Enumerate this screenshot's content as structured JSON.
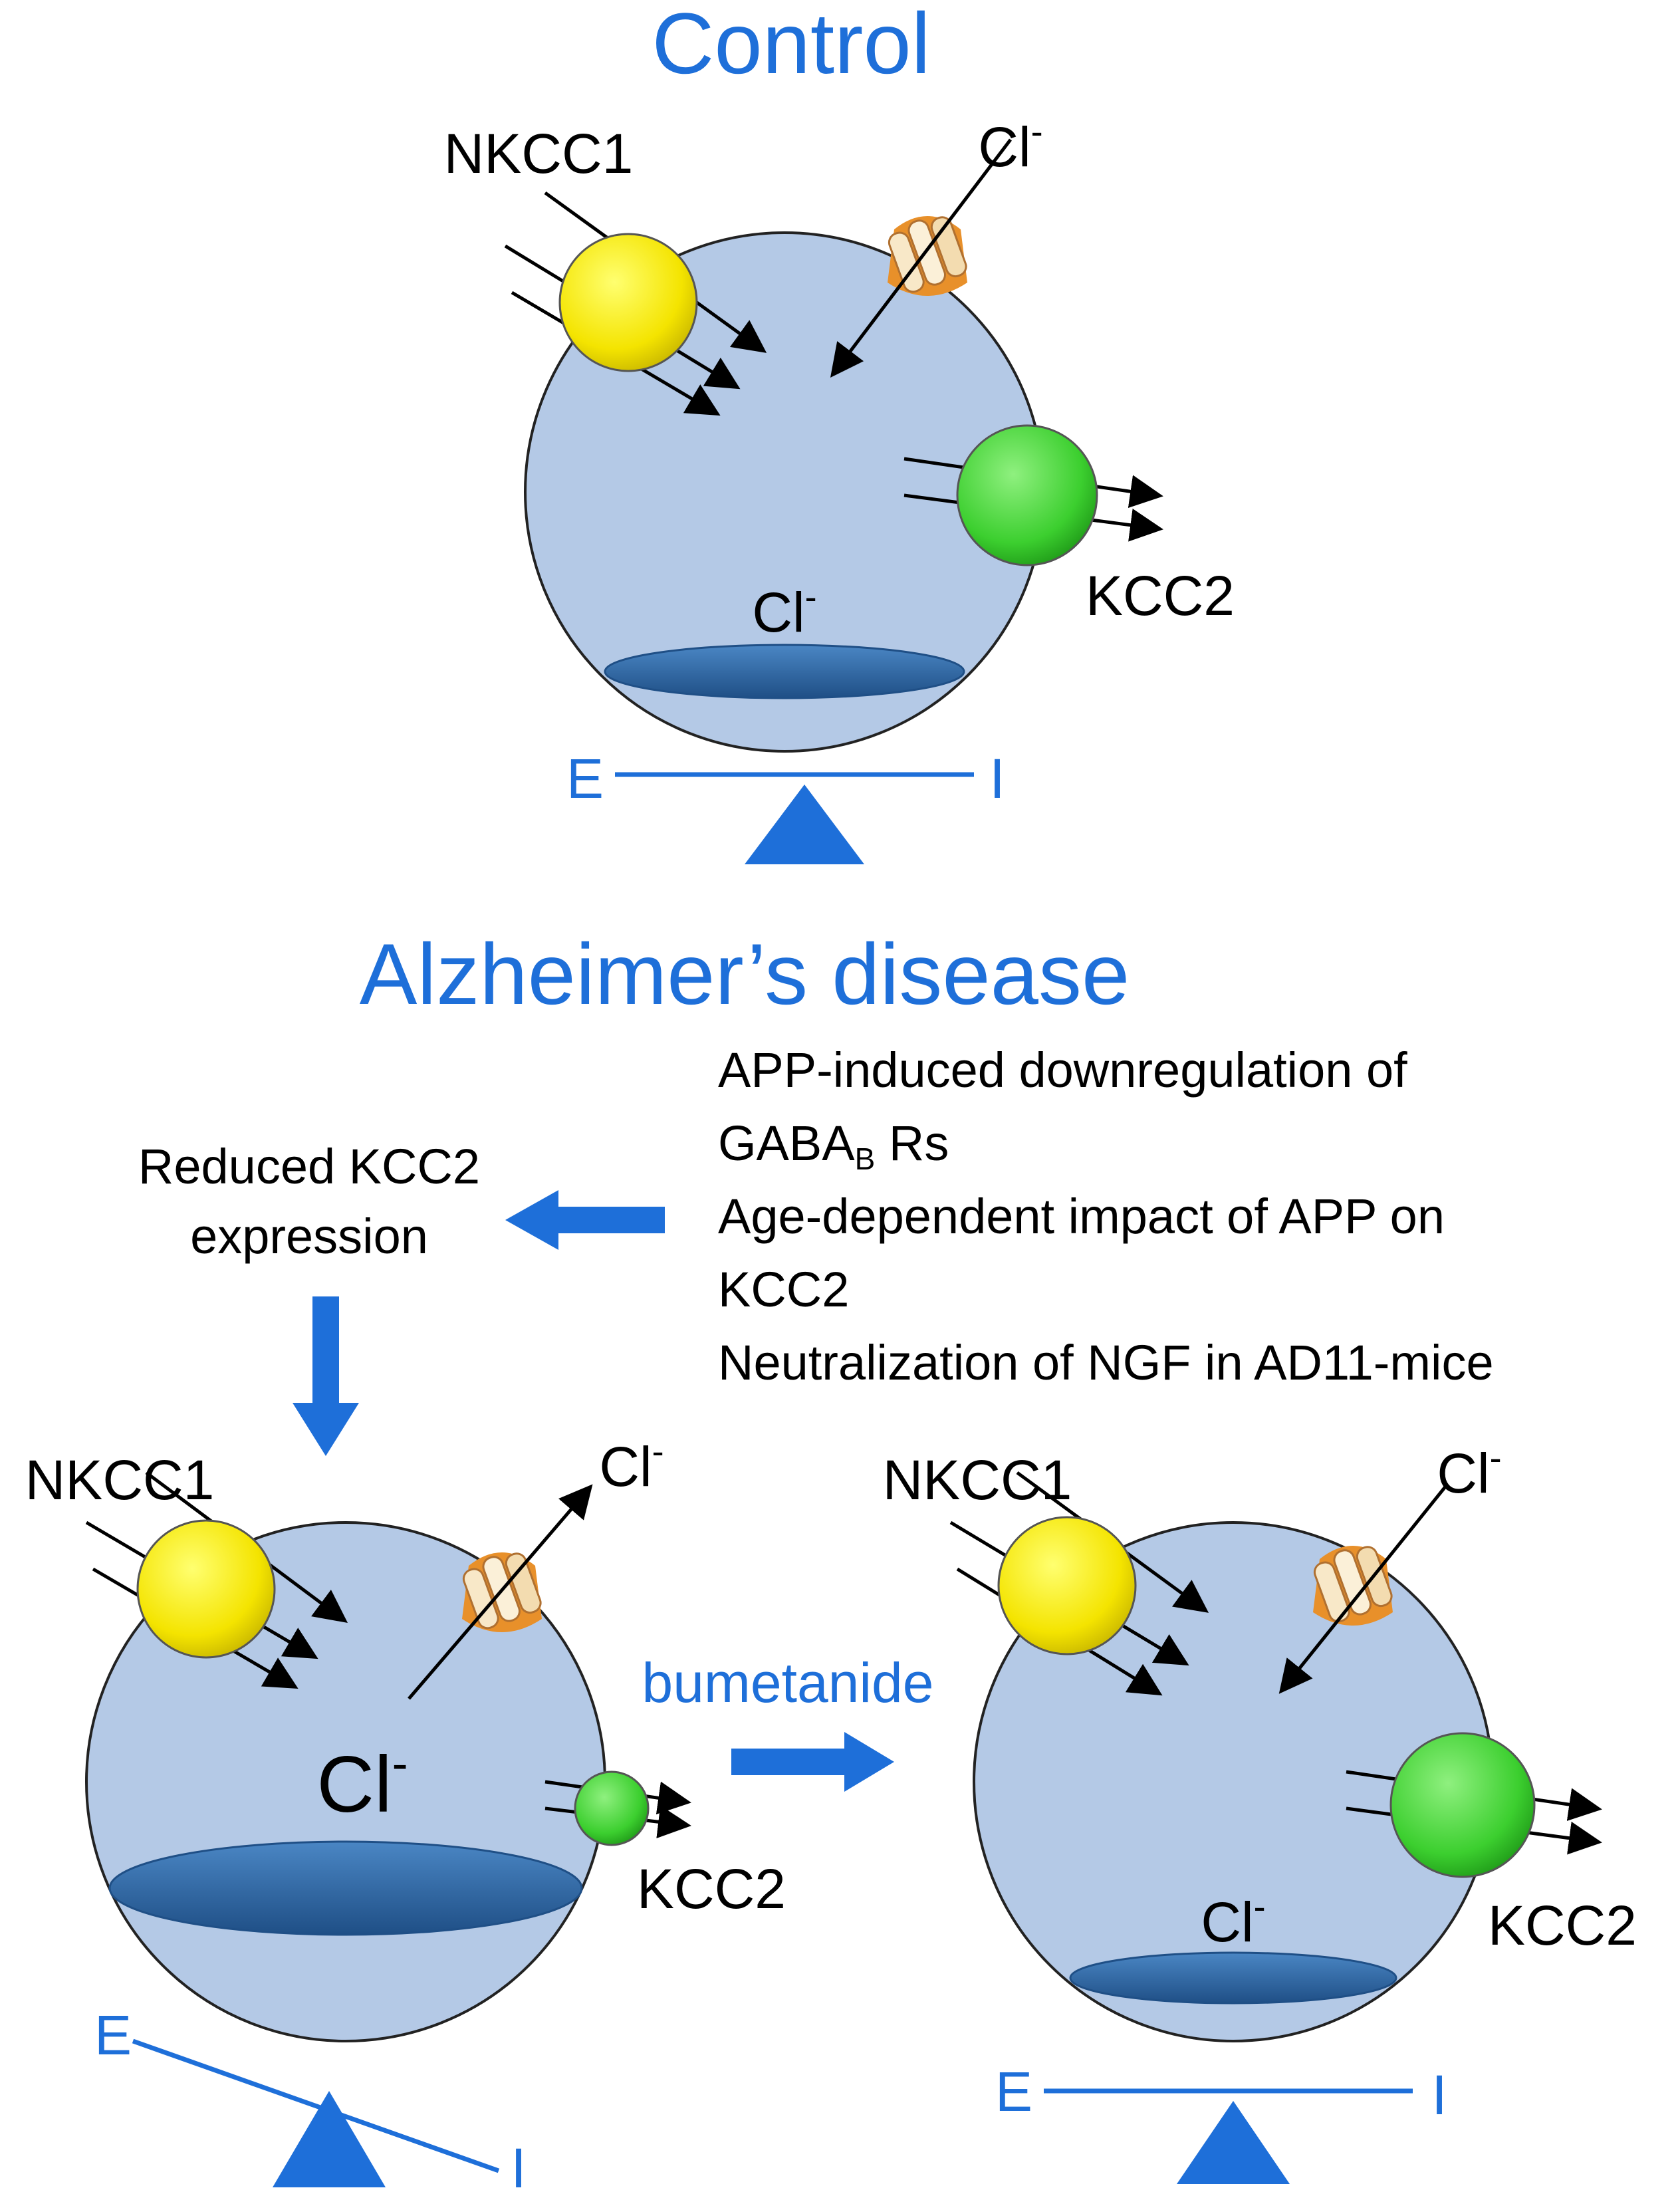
{
  "colors": {
    "accent": "#1e6fd9",
    "cell": "#b4c9e6",
    "chloride_pool": "#2f6aa8",
    "nkcc1": "#f7e800",
    "kcc2": "#3ccf2f",
    "channel": "#e8a040"
  },
  "control": {
    "title": "Control",
    "nkcc1_label": "NKCC1",
    "cl_in_label": "Cl",
    "cl_in_sup": "-",
    "kcc2_label": "KCC2",
    "cl_pool_label": "Cl",
    "cl_pool_sup": "-",
    "balance_e": "E",
    "balance_i": "I"
  },
  "ad": {
    "title": "Alzheimer’s disease",
    "reduced_line1": "Reduced KCC2",
    "reduced_line2": "expression",
    "mechanisms": {
      "line1": "APP-induced downregulation of",
      "line2_main": "GABA",
      "line2_sub": "B",
      "line2_tail": " Rs",
      "line3": "Age-dependent impact of APP on",
      "line4": "KCC2",
      "line5": "Neutralization of NGF in AD11-mice"
    },
    "left_cell": {
      "nkcc1_label": "NKCC1",
      "cl_out_label": "Cl",
      "cl_out_sup": "-",
      "cl_big_label": "Cl",
      "cl_big_sup": "-",
      "kcc2_label": "KCC2",
      "balance_e": "E",
      "balance_i": "I"
    },
    "treatment_label": "bumetanide",
    "right_cell": {
      "nkcc1_label": "NKCC1",
      "cl_in_label": "Cl",
      "cl_in_sup": "-",
      "kcc2_label": "KCC2",
      "cl_pool_label": "Cl",
      "cl_pool_sup": "-",
      "balance_e": "E",
      "balance_i": "I"
    }
  }
}
